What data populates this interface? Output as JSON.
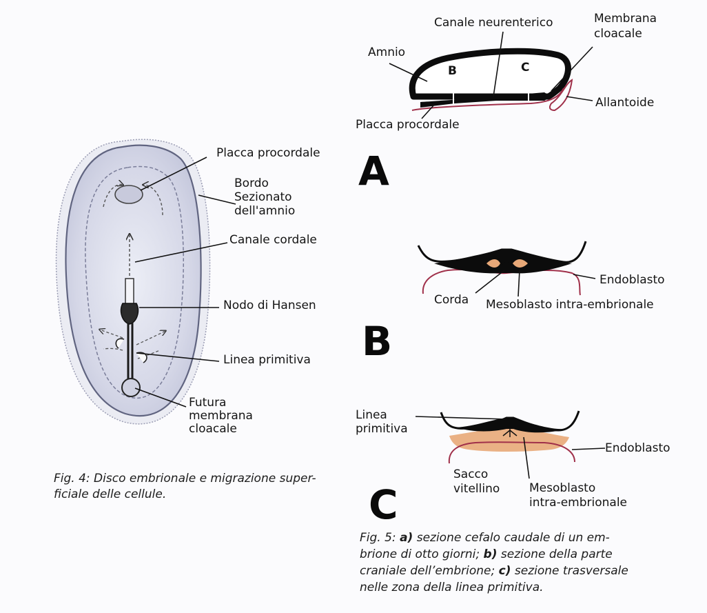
{
  "fig4": {
    "labels": {
      "placca_procordale": "Placca procordale",
      "bordo_amnio": "Bordo\nSezionato\ndell'amnio",
      "canale_cordale": "Canale cordale",
      "nodo_hansen": "Nodo di Hansen",
      "linea_primitiva": "Linea primitiva",
      "futura_membrana": "Futura\nmembrana\ncloacale"
    },
    "caption": "Fig. 4: Disco embrionale e migrazione super-\nficiale delle cellule."
  },
  "figA": {
    "letter": "A",
    "labels": {
      "canale_neurenterico": "Canale neurenterico",
      "membrana_cloacale": "Membrana\ncloacale",
      "amnio": "Amnio",
      "allantoide": "Allantoide",
      "placca_procordale": "Placca procordale",
      "mark_b": "B",
      "mark_c": "C"
    }
  },
  "figB": {
    "letter": "B",
    "labels": {
      "endoblasto": "Endoblasto",
      "corda": "Corda",
      "mesoblasto": "Mesoblasto intra-embrionale"
    }
  },
  "figC": {
    "letter": "C",
    "labels": {
      "linea_primitiva": "Linea\nprimitiva",
      "endoblasto": "Endoblasto",
      "sacco_vitellino": "Sacco\nvitellino",
      "mesoblasto": "Mesoblasto\nintra-embrionale"
    }
  },
  "fig5": {
    "caption_lines": [
      {
        "prefix": "Fig. 5: ",
        "bold": "a)",
        "text": " sezione cefalo caudale di un em-"
      },
      {
        "prefix": "",
        "bold": "",
        "text": "brione di otto giorni; "
      },
      {
        "prefix": "",
        "bold": "",
        "text": "craniale dell’embrione; "
      },
      {
        "prefix": "",
        "bold": "",
        "text": "nelle zona della linea primitiva."
      }
    ],
    "caption_b": "b)",
    "caption_b_rest": " sezione della parte",
    "caption_c": "c)",
    "caption_c_rest": " sezione trasversale"
  },
  "colors": {
    "ink": "#111111",
    "outline_pink": "#a0304a",
    "mesoderm": "#e8a878",
    "disc_fill": "#d7d9e8"
  }
}
